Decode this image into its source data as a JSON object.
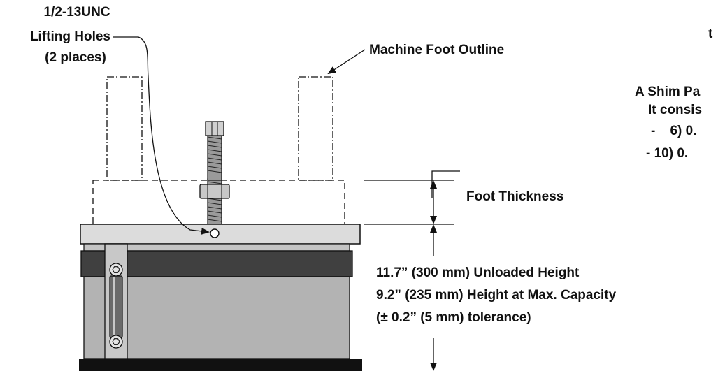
{
  "labels": {
    "lifting_line1": "1/2-13UNC",
    "lifting_line2": "Lifting Holes",
    "lifting_line3": "(2 places)",
    "machine_foot_outline": "Machine Foot Outline",
    "foot_thickness": "Foot Thickness",
    "unloaded_height": "11.7” (300 mm) Unloaded Height",
    "height_max_capacity": "9.2” (235 mm) Height at Max. Capacity",
    "tolerance": "(± 0.2” (5 mm) tolerance)"
  },
  "cut_off_text": {
    "top_fragment": "t",
    "shim_line1": "A Shim Pa",
    "shim_line2": "It consis",
    "shim_item1": "-    6) 0.",
    "shim_item2": "- 10) 0."
  },
  "colors": {
    "line": "#111111",
    "plate": "#dcdcdc",
    "body": "#b3b3b3",
    "band": "#404040",
    "bracket": "#c8c8c8"
  }
}
